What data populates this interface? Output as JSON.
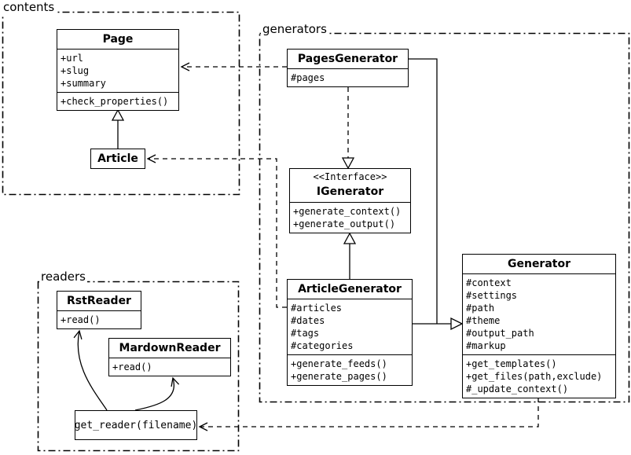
{
  "diagram": {
    "packages": {
      "contents": {
        "label": "contents"
      },
      "generators": {
        "label": "generators"
      },
      "readers": {
        "label": "readers"
      }
    },
    "classes": {
      "page": {
        "name": "Page",
        "attributes": [
          "+url",
          "+slug",
          "+summary"
        ],
        "methods": [
          "+check_properties()"
        ]
      },
      "article": {
        "name": "Article"
      },
      "pages_generator": {
        "name": "PagesGenerator",
        "attributes": [
          "#pages"
        ]
      },
      "igenerator": {
        "stereotype": "<<Interface>>",
        "name": "IGenerator",
        "methods": [
          "+generate_context()",
          "+generate_output()"
        ]
      },
      "article_generator": {
        "name": "ArticleGenerator",
        "attributes": [
          "#articles",
          "#dates",
          "#tags",
          "#categories"
        ],
        "methods": [
          "+generate_feeds()",
          "+generate_pages()"
        ]
      },
      "generator": {
        "name": "Generator",
        "attributes": [
          "#context",
          "#settings",
          "#path",
          "#theme",
          "#output_path",
          "#markup"
        ],
        "methods": [
          "+get_templates()",
          "+get_files(path,exclude)",
          "#_update_context()"
        ]
      },
      "rst_reader": {
        "name": "RstReader",
        "methods": [
          "+read()"
        ]
      },
      "markdown_reader": {
        "name": "MardownReader",
        "methods": [
          "+read()"
        ]
      },
      "get_reader": {
        "label": "get_reader(filename)"
      }
    },
    "relationships": [
      {
        "from": "Article",
        "to": "Page",
        "type": "generalization"
      },
      {
        "from": "PagesGenerator",
        "to": "Page",
        "type": "dependency"
      },
      {
        "from": "PagesGenerator",
        "to": "IGenerator",
        "type": "realization"
      },
      {
        "from": "ArticleGenerator",
        "to": "IGenerator",
        "type": "generalization"
      },
      {
        "from": "PagesGenerator",
        "to": "Generator",
        "type": "generalization"
      },
      {
        "from": "ArticleGenerator",
        "to": "Generator",
        "type": "generalization"
      },
      {
        "from": "ArticleGenerator",
        "to": "Article",
        "type": "dependency"
      },
      {
        "from": "Generator",
        "to": "get_reader(filename)",
        "type": "dependency"
      },
      {
        "from": "get_reader(filename)",
        "to": "RstReader",
        "type": "arrow"
      },
      {
        "from": "get_reader(filename)",
        "to": "MardownReader",
        "type": "arrow"
      }
    ],
    "colors": {
      "line": "#000000",
      "background": "#ffffff",
      "box_fill": "#ffffff"
    }
  }
}
